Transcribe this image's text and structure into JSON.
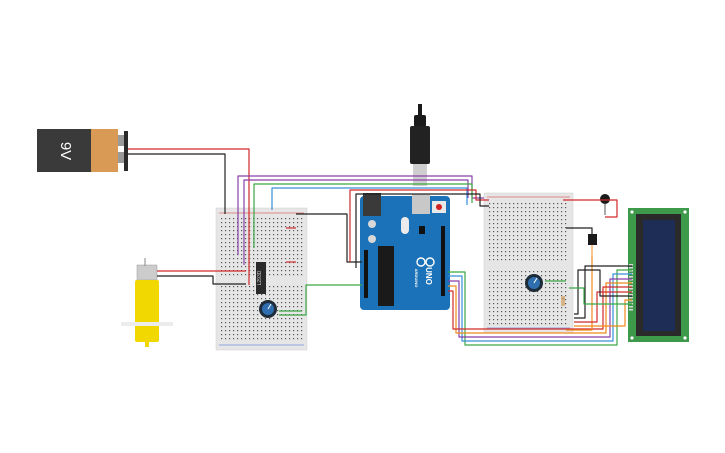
{
  "canvas": {
    "title": "",
    "components": {
      "battery": {
        "label": "9V"
      },
      "arduino": {
        "model_label": "UNO",
        "brand_label": "ARDUINO"
      },
      "chip": {
        "label": "L293D"
      },
      "lcd": {
        "label": ""
      }
    },
    "colors": {
      "wire_red": "#d22a2a",
      "wire_black": "#222222",
      "wire_green": "#3aa845",
      "wire_purple": "#8a3fa8",
      "wire_blue": "#3a8fd8",
      "wire_orange": "#f08a1e",
      "arduino_blue": "#1c72b8",
      "lcd_green": "#3c9a4a",
      "lcd_screen": "#1d2d55",
      "motor_yellow": "#f0d800",
      "battery_orange": "#d89a55"
    }
  }
}
